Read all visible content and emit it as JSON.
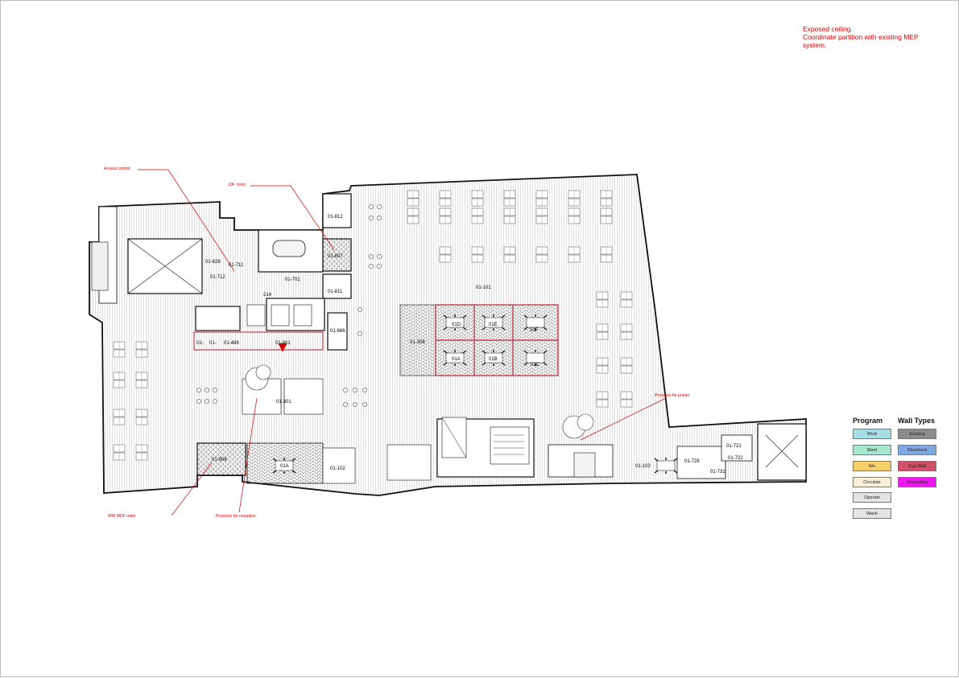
{
  "general_note": "Exposed ceiling.\nCoordinate partition with existing MEP\nsystem.",
  "callouts": {
    "access_control": "Access control",
    "idf_room": "IDF room",
    "provision_printer": "Provision for printer",
    "ww_mdf_room": "WW MDF room",
    "provision_reception": "Provision for reception"
  },
  "rooms": {
    "r1812": "01-812",
    "r1807": "01-807",
    "r1811": "01-811",
    "r1701": "01-701",
    "r1826": "01-826",
    "r1711": "01-711",
    "r1712": "01-712",
    "r214": "214",
    "r1101": "01-101",
    "r1886": "01-886",
    "r1801": "01-801",
    "r1488": "01-488",
    "r14a": "01-",
    "r14b": "01-",
    "r1306": "01-306",
    "r01D": "01D",
    "r01E": "01E",
    "r01F": "01F",
    "r01A_conf": "01A",
    "r01B": "01B",
    "r01C": "01C",
    "r1301": "01-301",
    "r1806": "01-806",
    "r01A_main": "01A",
    "r1102": "01-102",
    "r1103": "01-103",
    "r1728": "01-728",
    "r1721": "01-721",
    "r1722": "01-722",
    "r1731": "01-731"
  },
  "legend": {
    "program_title": "Program",
    "wall_title": "Wall Types",
    "program": [
      {
        "label": "Work",
        "color": "#a8dde6"
      },
      {
        "label": "Meet",
        "color": "#a6e6cc"
      },
      {
        "label": "We",
        "color": "#f7d06b"
      },
      {
        "label": "Circulate",
        "color": "#fbf1d8"
      },
      {
        "label": "Operate",
        "color": "#e4e4e4"
      },
      {
        "label": "Wash",
        "color": "#e4e4e4"
      }
    ],
    "walls": [
      {
        "label": "Existing",
        "color": "#8c8c8c"
      },
      {
        "label": "Storefront",
        "color": "#80a8e0"
      },
      {
        "label": "Gyp Wall",
        "color": "#cf5068"
      },
      {
        "label": "Grounding",
        "color": "#f018f0"
      }
    ]
  },
  "colors": {
    "annotation_red": "#d40000",
    "wall": "#111111",
    "floor_hatch": "#c4c4c4"
  }
}
